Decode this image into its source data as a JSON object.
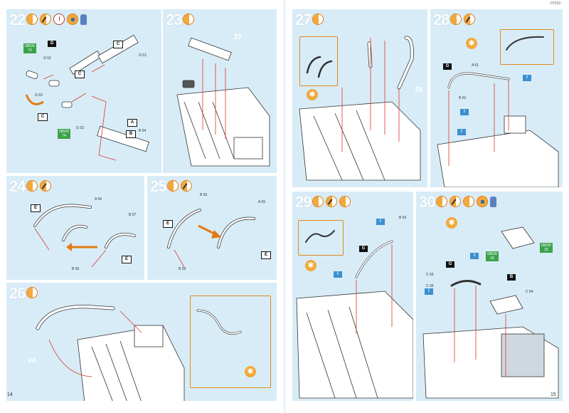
{
  "code_right": "07153",
  "page_left_number": "14",
  "page_right_number": "15",
  "steps": {
    "s22": {
      "number": "22",
      "labels": {
        "g52": "G 52",
        "g51": "G 51",
        "g53a": "G 53",
        "g53b": "G 53",
        "b54": "B 54"
      },
      "tags": {
        "green1": "08026\n74",
        "green2": "08029\n74",
        "d": "D",
        "c1": "C",
        "c2": "C",
        "c3": "C",
        "a": "A",
        "b": "B"
      }
    },
    "s23": {
      "number": "23",
      "callout": "27"
    },
    "s24": {
      "number": "24",
      "labels": {
        "a56": "A 56",
        "b57": "B 57",
        "b56": "B 56"
      },
      "tags": {
        "e1": "E",
        "e2": "E"
      }
    },
    "s25": {
      "number": "25",
      "labels": {
        "b60": "B 60",
        "a55": "A 55",
        "b59": "B 59"
      },
      "tags": {
        "e1": "E",
        "e2": "E"
      }
    },
    "s26": {
      "number": "26",
      "callout": "24"
    },
    "s27": {
      "number": "27",
      "callout": "25"
    },
    "s28": {
      "number": "28",
      "labels": {
        "a61": "A 61",
        "b62": "B 62"
      },
      "tags": {
        "g": "G",
        "i1": "I",
        "i2": "I",
        "i3": "I"
      }
    },
    "s29": {
      "number": "29",
      "labels": {
        "b63": "B 63"
      },
      "tags": {
        "g": "G",
        "i1": "I",
        "i2": "I"
      }
    },
    "s30": {
      "number": "30",
      "labels": {
        "c65": "C 65",
        "c64": "C 64",
        "c66": "C 66"
      },
      "tags": {
        "g": "G",
        "b": "B",
        "i1": "I",
        "i2": "I",
        "green1": "08026\n25",
        "green2": "08026\n25"
      }
    }
  },
  "colors": {
    "panel": "#d8ecf7",
    "accent": "#e07b12",
    "arrow": "#d93a2b"
  }
}
